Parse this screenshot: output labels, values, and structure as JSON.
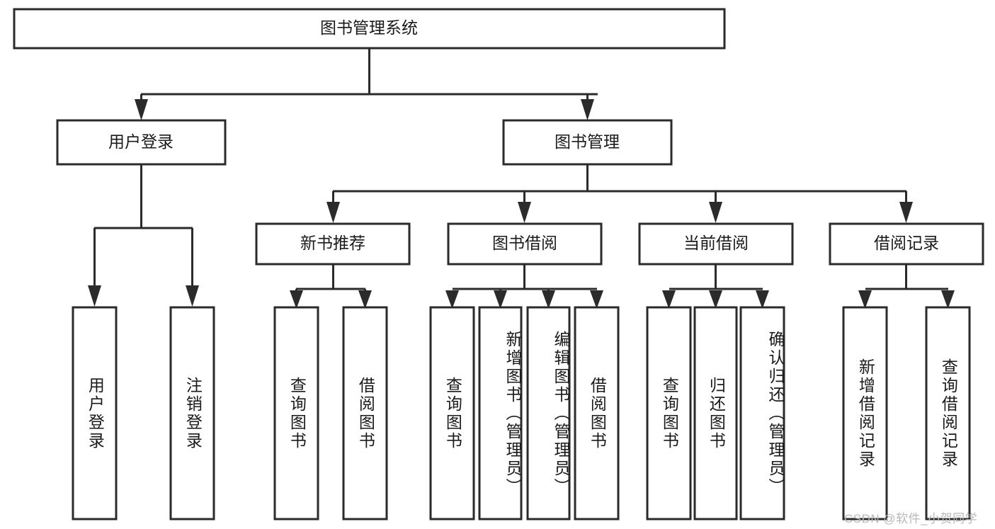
{
  "diagram": {
    "type": "tree-hierarchy-chart",
    "title": "图书管理系统",
    "background_color": "#ffffff",
    "line_color": "#2b2b2b",
    "text_color": "#1a1a1a",
    "root": {
      "label": "图书管理系统",
      "id": "root"
    },
    "level2": [
      {
        "id": "user-login",
        "label": "用户登录"
      },
      {
        "id": "book-manage",
        "label": "图书管理"
      }
    ],
    "level3": [
      {
        "id": "new-book-recommend",
        "label": "新书推荐",
        "parent": "book-manage"
      },
      {
        "id": "book-borrow",
        "label": "图书借阅",
        "parent": "book-manage"
      },
      {
        "id": "current-borrow",
        "label": "当前借阅",
        "parent": "book-manage"
      },
      {
        "id": "borrow-record",
        "label": "借阅记录",
        "parent": "book-manage"
      }
    ],
    "leaves": [
      {
        "id": "leaf-user-login",
        "label": "用户登录",
        "parent": "user-login"
      },
      {
        "id": "leaf-logout-login",
        "label": "注销登录",
        "parent": "user-login"
      },
      {
        "id": "leaf-query-book-1",
        "label": "查询图书",
        "parent": "new-book-recommend"
      },
      {
        "id": "leaf-borrow-book-1",
        "label": "借阅图书",
        "parent": "new-book-recommend"
      },
      {
        "id": "leaf-query-book-2",
        "label": "查询图书",
        "parent": "book-borrow"
      },
      {
        "id": "leaf-add-book",
        "label": "新增图书（管理员）",
        "parent": "book-borrow"
      },
      {
        "id": "leaf-edit-book",
        "label": "编辑图书（管理员）",
        "parent": "book-borrow"
      },
      {
        "id": "leaf-borrow-book-2",
        "label": "借阅图书",
        "parent": "book-borrow"
      },
      {
        "id": "leaf-query-book-3",
        "label": "查询图书",
        "parent": "current-borrow"
      },
      {
        "id": "leaf-return-book",
        "label": "归还图书",
        "parent": "current-borrow"
      },
      {
        "id": "leaf-confirm-return",
        "label": "确认归还（管理员）",
        "parent": "current-borrow"
      },
      {
        "id": "leaf-add-record",
        "label": "新增借阅记录",
        "parent": "borrow-record"
      },
      {
        "id": "leaf-query-record",
        "label": "查询借阅记录",
        "parent": "borrow-record"
      }
    ]
  },
  "watermark": {
    "text": "CSDN @软件_小贺同学"
  }
}
